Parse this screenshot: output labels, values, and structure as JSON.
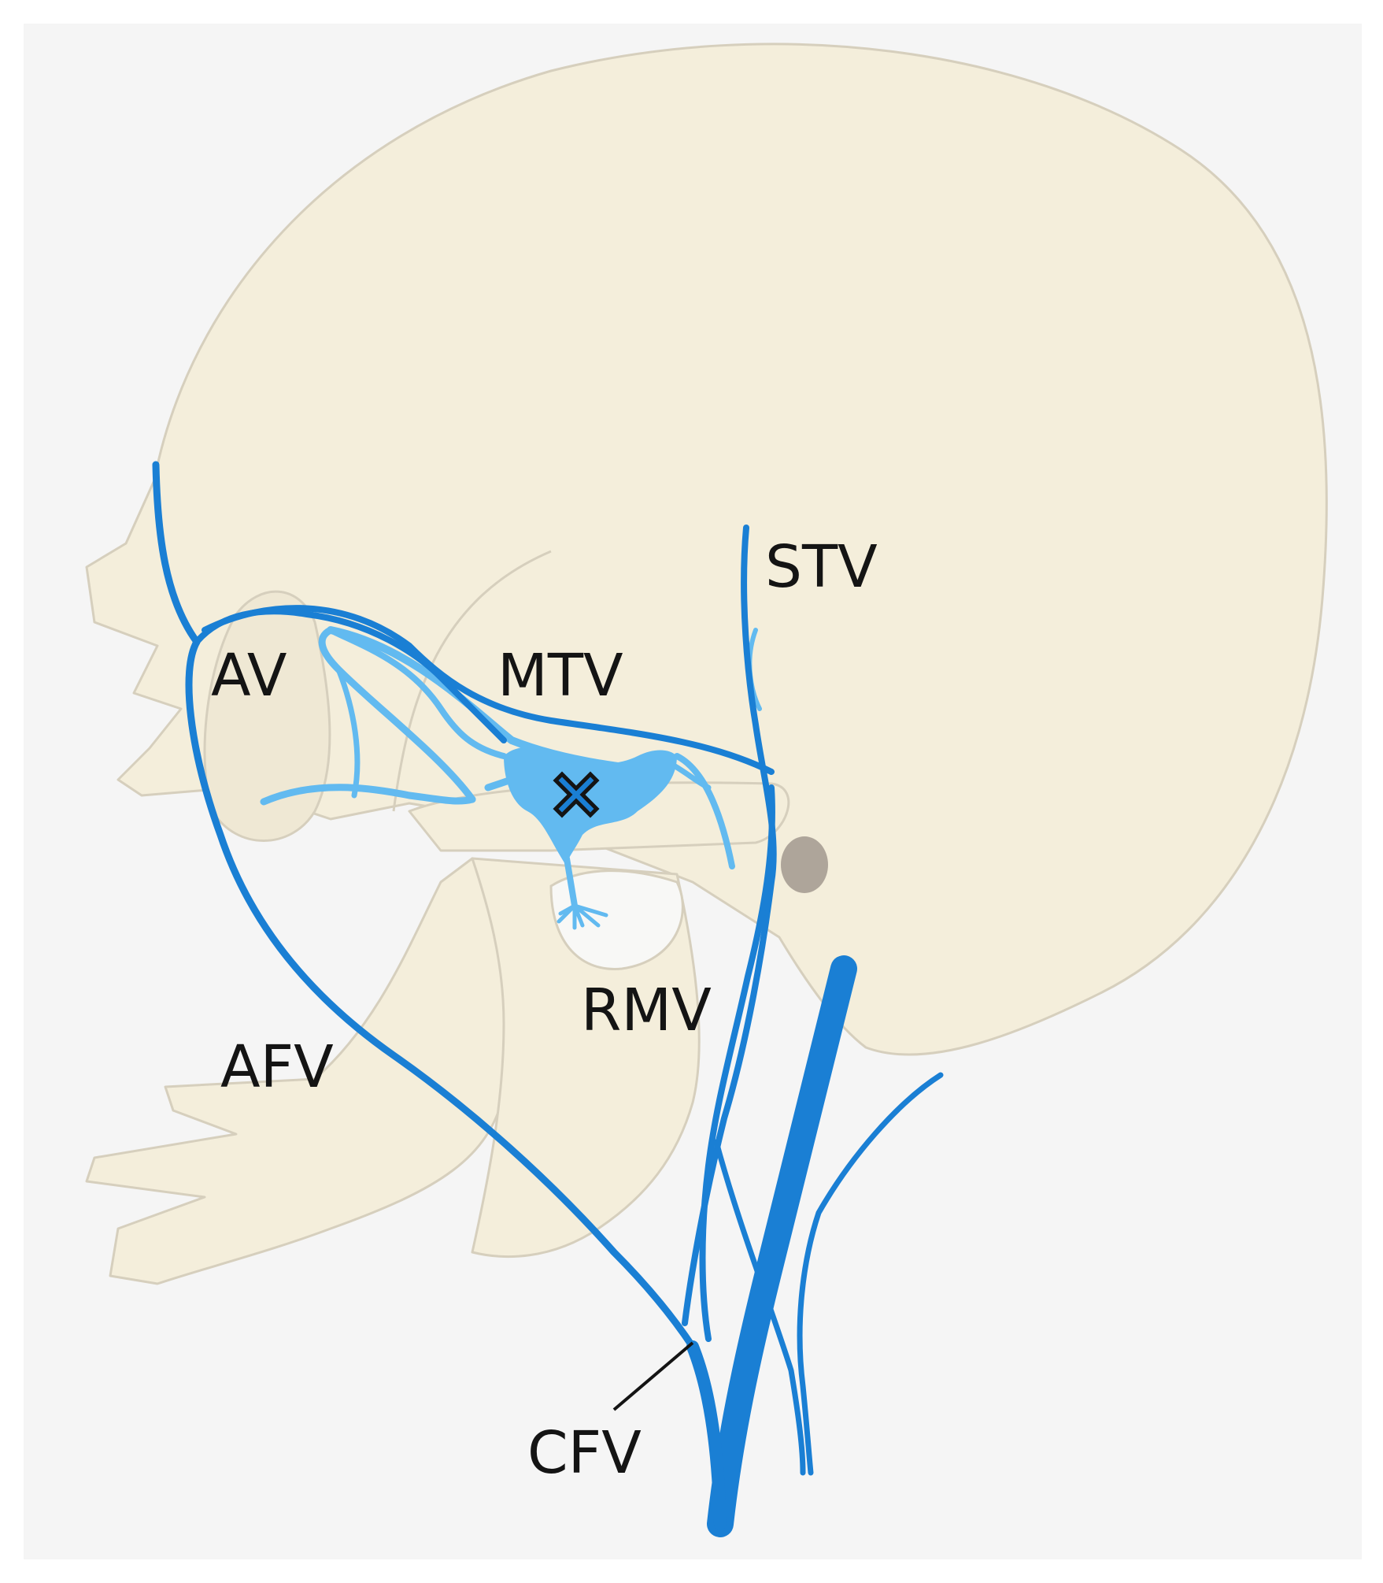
{
  "labels": {
    "stv": "STV",
    "av": "AV",
    "mtv": "MTV",
    "rmv": "RMV",
    "afv": "AFV",
    "cfv": "CFV"
  },
  "colors": {
    "background": "#f5f5f5",
    "bone": "#f4eedb",
    "bone_outline": "#d6cfbd",
    "vein": "#1a7fd4",
    "vein_light": "#62baf0",
    "meatus": "#aea59a",
    "label": "#141414"
  },
  "icons": {
    "marker": "x-marker-icon"
  }
}
